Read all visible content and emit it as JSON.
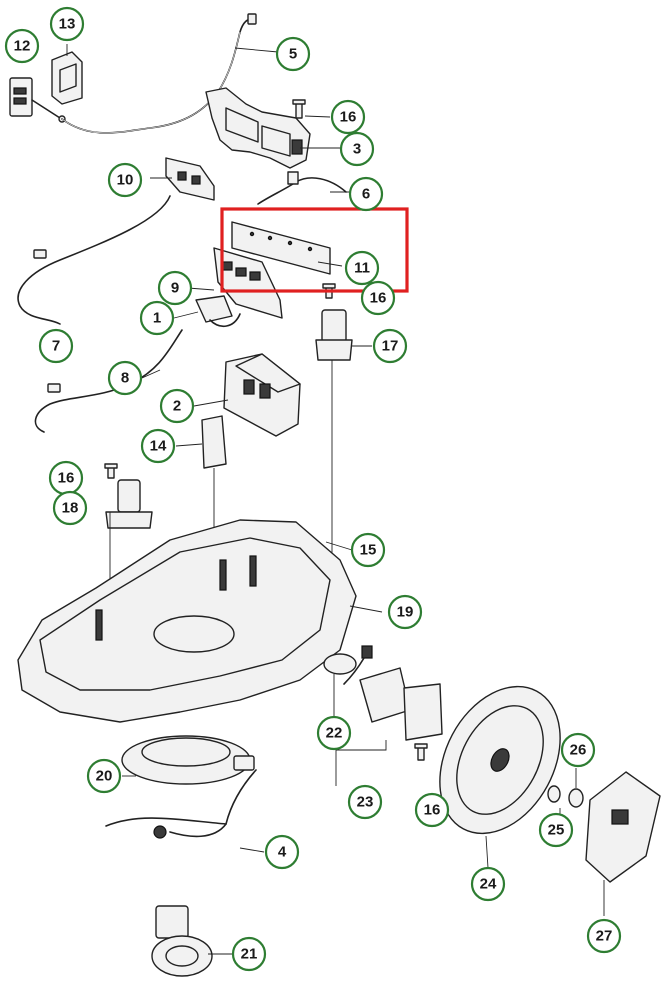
{
  "diagram": {
    "callouts": [
      {
        "id": "c12",
        "label": "12"
      },
      {
        "id": "c13",
        "label": "13"
      },
      {
        "id": "c5",
        "label": "5"
      },
      {
        "id": "c16a",
        "label": "16"
      },
      {
        "id": "c3",
        "label": "3"
      },
      {
        "id": "c10",
        "label": "10"
      },
      {
        "id": "c6",
        "label": "6"
      },
      {
        "id": "c11",
        "label": "11"
      },
      {
        "id": "c16b",
        "label": "16"
      },
      {
        "id": "c9",
        "label": "9"
      },
      {
        "id": "c1",
        "label": "1"
      },
      {
        "id": "c17",
        "label": "17"
      },
      {
        "id": "c7",
        "label": "7"
      },
      {
        "id": "c8",
        "label": "8"
      },
      {
        "id": "c2",
        "label": "2"
      },
      {
        "id": "c14",
        "label": "14"
      },
      {
        "id": "c16c",
        "label": "16"
      },
      {
        "id": "c18",
        "label": "18"
      },
      {
        "id": "c15",
        "label": "15"
      },
      {
        "id": "c19",
        "label": "19"
      },
      {
        "id": "c22",
        "label": "22"
      },
      {
        "id": "c20",
        "label": "20"
      },
      {
        "id": "c26",
        "label": "26"
      },
      {
        "id": "c23",
        "label": "23"
      },
      {
        "id": "c16d",
        "label": "16"
      },
      {
        "id": "c25",
        "label": "25"
      },
      {
        "id": "c4",
        "label": "4"
      },
      {
        "id": "c24",
        "label": "24"
      },
      {
        "id": "c27",
        "label": "27"
      },
      {
        "id": "c21",
        "label": "21"
      }
    ],
    "colors": {
      "callout_ring": "#2e7d32",
      "highlight_box": "#e02020",
      "line_art": "#222222"
    }
  }
}
